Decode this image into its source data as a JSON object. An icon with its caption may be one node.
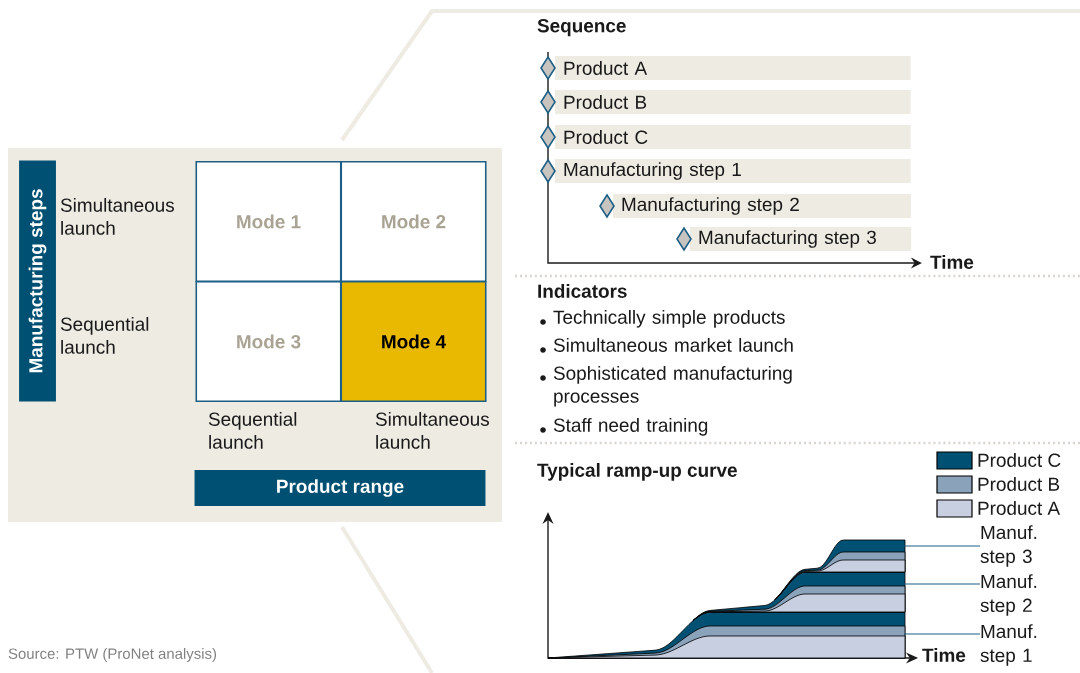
{
  "diagram": {
    "nodes": [
      {
        "text": [
          "Manufacturing steps"
        ]
      },
      {
        "text": [
          "Mode 1"
        ]
      },
      {
        "text": [
          "Mode 2"
        ]
      },
      {
        "text": [
          "Mode 3"
        ]
      },
      {
        "text": [
          "Mode 4"
        ]
      },
      {
        "text": [
          "Product range"
        ]
      },
      {
        "text": [
          "Product A"
        ]
      },
      {
        "text": [
          "Product B"
        ]
      },
      {
        "text": [
          "Product C"
        ]
      },
      {
        "text": [
          "Manufacturing step 1"
        ]
      },
      {
        "text": [
          "Manufacturing step 2"
        ]
      },
      {
        "text": [
          "Manufacturing step 3"
        ]
      },
      {
        "text": [
          "Manuf. step 3"
        ]
      },
      {
        "text": [
          "Manuf. step 2"
        ]
      },
      {
        "text": [
          "Manuf. step 1"
        ]
      },
      {
        "text": [],
        "shape": "picture"
      }
    ],
    "edges": [
      {
        "from": 12,
        "to": 15,
        "arrow": "none"
      },
      {
        "from": 13,
        "to": 15,
        "arrow": "none"
      },
      {
        "from": 14,
        "to": 15,
        "arrow": "none"
      }
    ],
    "labels": [
      "Simultaneous launch",
      "Sequential launch",
      "Sequential launch",
      "Simultaneous launch",
      "Sequence",
      "Time",
      "Indicators",
      "Technically simple products",
      "Simultaneous market launch",
      "Sophisticated manufacturing processes",
      "Staff need training",
      "Typical ramp-up curve",
      "Time",
      "Source: PTW (ProNet analysis)"
    ],
    "legend": [
      {
        "text": "Product C",
        "color": "#005073"
      },
      {
        "text": "Product B",
        "color": "#8aa3bb"
      },
      {
        "text": "Product A",
        "color": "#c8cfe0"
      }
    ]
  }
}
